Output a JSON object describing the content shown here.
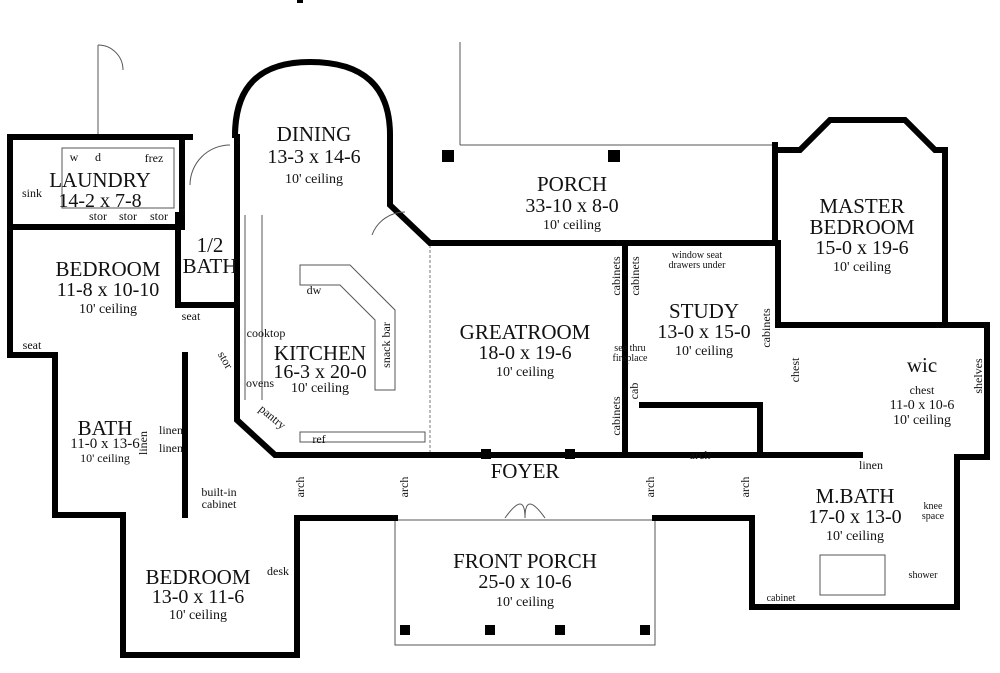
{
  "rooms": {
    "laundry": {
      "name": "LAUNDRY",
      "dims": "14-2 x 7-8"
    },
    "bedroom1": {
      "name": "BEDROOM",
      "dims": "11-8 x 10-10",
      "ceiling": "10' ceiling"
    },
    "half_bath": {
      "name1": "1/2",
      "name2": "BATH"
    },
    "bath": {
      "name": "BATH",
      "dims": "11-0 x 13-6",
      "ceiling": "10' ceiling"
    },
    "bedroom2": {
      "name": "BEDROOM",
      "dims": "13-0 x 11-6",
      "ceiling": "10' ceiling"
    },
    "dining": {
      "name": "DINING",
      "dims": "13-3 x 14-6",
      "ceiling": "10' ceiling"
    },
    "kitchen": {
      "name": "KITCHEN",
      "dims": "16-3 x 20-0",
      "ceiling": "10' ceiling"
    },
    "porch": {
      "name": "PORCH",
      "dims": "33-10 x 8-0",
      "ceiling": "10' ceiling"
    },
    "greatroom": {
      "name": "GREATROOM",
      "dims": "18-0 x 19-6",
      "ceiling": "10' ceiling"
    },
    "study": {
      "name": "STUDY",
      "dims": "13-0 x 15-0",
      "ceiling": "10' ceiling"
    },
    "master_bedroom": {
      "name1": "MASTER",
      "name2": "BEDROOM",
      "dims": "15-0 x 19-6",
      "ceiling": "10' ceiling"
    },
    "wic": {
      "name": "wic",
      "dims": "11-0 x 10-6",
      "ceiling": "10' ceiling"
    },
    "master_bath": {
      "name": "M.BATH",
      "dims": "17-0 x 13-0",
      "ceiling": "10' ceiling"
    },
    "foyer": {
      "name": "FOYER"
    },
    "front_porch": {
      "name": "FRONT PORCH",
      "dims": "25-0 x 10-6",
      "ceiling": "10' ceiling"
    }
  },
  "fixtures": {
    "washer": "w",
    "dryer": "d",
    "freezer": "frez",
    "sink": "sink",
    "stor": "stor",
    "seat": "seat",
    "linen": "linen",
    "built_in1": "built-in",
    "built_in2": "cabinet",
    "desk": "desk",
    "dw": "dw",
    "cooktop": "cooktop",
    "ovens": "ovens",
    "pantry": "pantry",
    "ref": "ref",
    "snack_bar": "snack bar",
    "arch": "arch",
    "cabinets": "cabinets",
    "cab": "cab",
    "fireplace1": "see thru",
    "fireplace2": "fireplace",
    "window_seat1": "window seat",
    "window_seat2": "drawers under",
    "chest": "chest",
    "shelves": "shelves",
    "knee1": "knee",
    "knee2": "space",
    "shower": "shower",
    "cabinet": "cabinet"
  }
}
